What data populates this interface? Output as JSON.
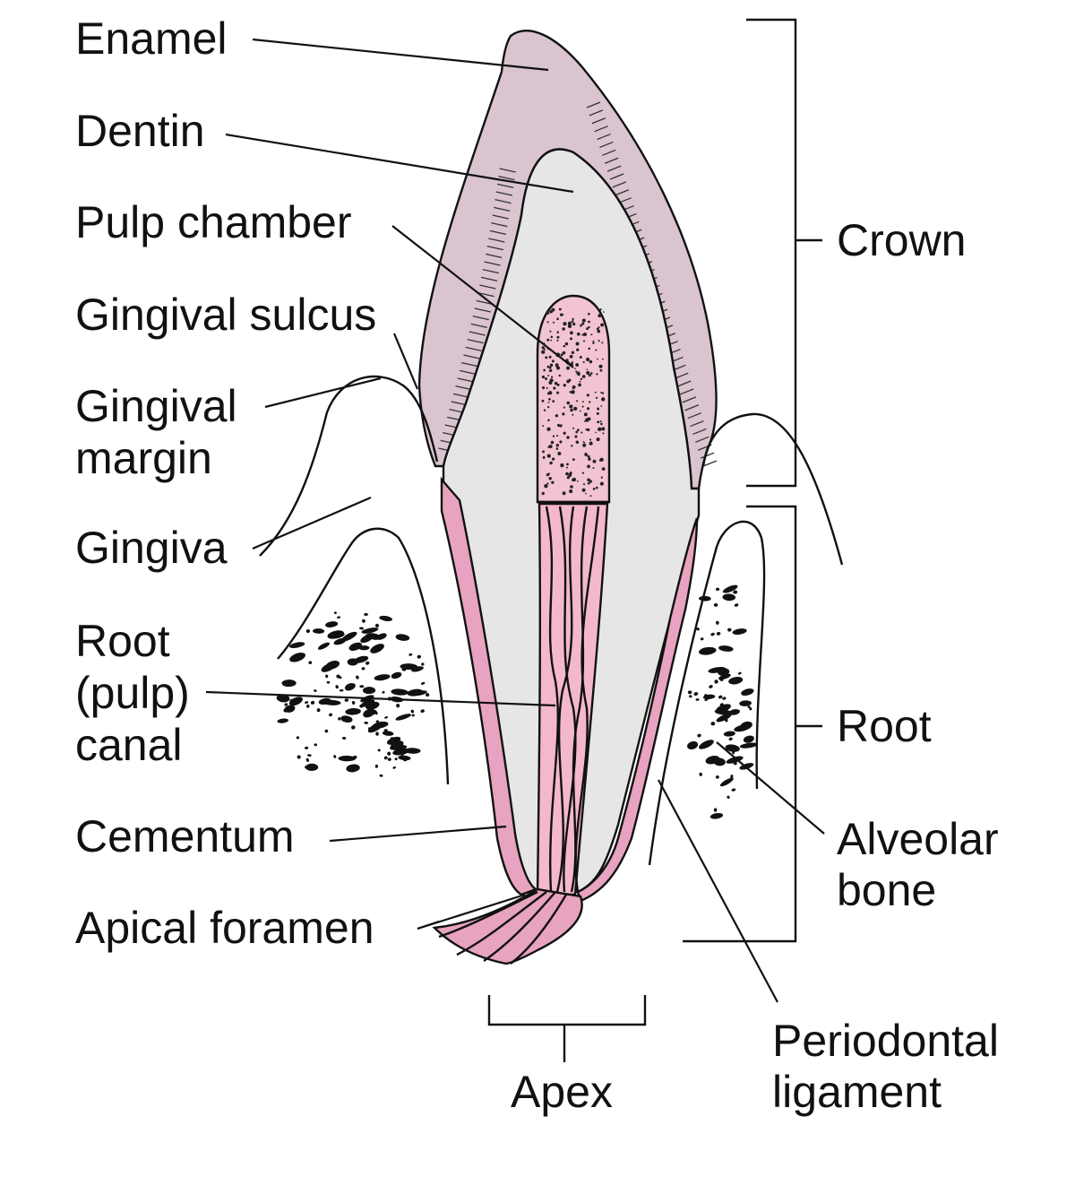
{
  "labels": {
    "enamel": "Enamel",
    "dentin": "Dentin",
    "pulp_chamber": "Pulp chamber",
    "gingival_sulcus": "Gingival sulcus",
    "gingival_margin_1": "Gingival",
    "gingival_margin_2": "margin",
    "gingiva": "Gingiva",
    "root_canal_1": "Root",
    "root_canal_2": "(pulp)",
    "root_canal_3": "canal",
    "cementum": "Cementum",
    "apical_foramen": "Apical foramen",
    "crown": "Crown",
    "root": "Root",
    "alveolar_bone_1": "Alveolar",
    "alveolar_bone_2": "bone",
    "apex": "Apex",
    "periodontal_1": "Periodontal",
    "periodontal_2": "ligament"
  },
  "colors": {
    "enamel": "#d9c4d0",
    "dentin": "#e6e6e6",
    "pulp": "#f2c3d0",
    "cementum": "#e7a3bf",
    "canal": "#f4b8cc",
    "line": "#111111"
  }
}
